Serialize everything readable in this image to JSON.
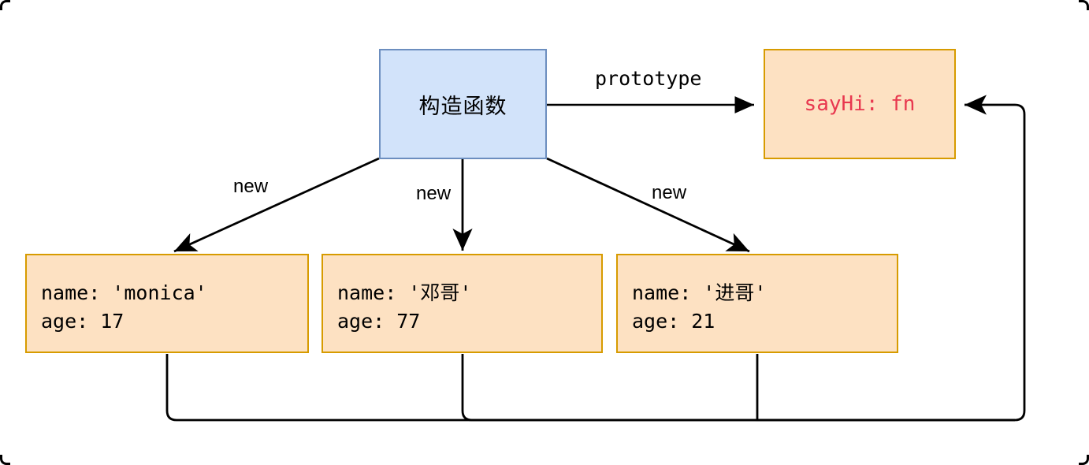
{
  "diagram": {
    "title": "JavaScript prototype chain diagram",
    "colors": {
      "constructor_fill": "#d2e3fa",
      "constructor_stroke": "#6c8ebf",
      "object_fill": "#fde1c2",
      "object_stroke": "#d79b00",
      "edge_stroke": "#000000",
      "prototype_text": "#e8384f",
      "body_text": "#000000",
      "canvas": "#ffffff"
    },
    "nodes": {
      "constructor": {
        "label": "构造函数"
      },
      "prototype": {
        "label": "sayHi: fn"
      },
      "instances": [
        {
          "name_line": "name: 'monica'",
          "age_line": "age: 17"
        },
        {
          "name_line": "name: '邓哥'",
          "age_line": "age: 77"
        },
        {
          "name_line": "name: '进哥'",
          "age_line": "age: 21"
        }
      ]
    },
    "edges": {
      "prototype_label": "prototype",
      "new_labels": [
        "new",
        "new",
        "new"
      ]
    }
  }
}
